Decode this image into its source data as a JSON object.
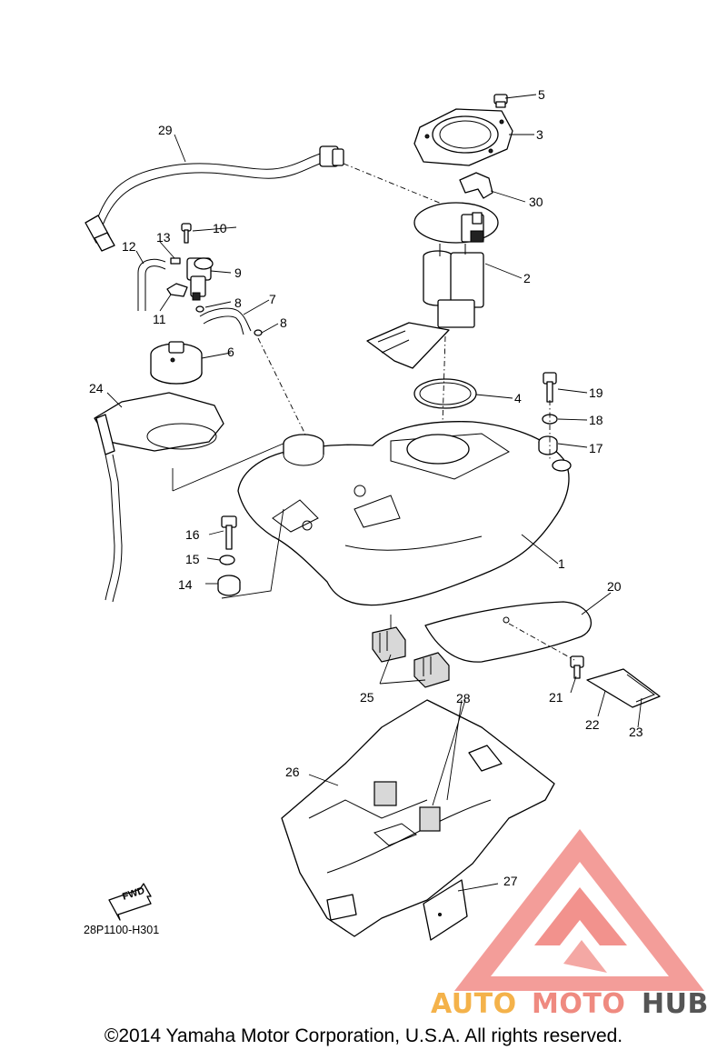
{
  "diagram": {
    "drawing_code": "28P1100-H301",
    "fwd_label": "FWD",
    "copyright": "©2014 Yamaha Motor Corporation, U.S.A. All rights reserved.",
    "callouts": {
      "c1": "1",
      "c2": "2",
      "c3": "3",
      "c4": "4",
      "c5": "5",
      "c6": "6",
      "c7": "7",
      "c8a": "8",
      "c8b": "8",
      "c9": "9",
      "c10": "10",
      "c11": "11",
      "c12": "12",
      "c13": "13",
      "c14": "14",
      "c15": "15",
      "c16": "16",
      "c17": "17",
      "c18": "18",
      "c19": "19",
      "c20": "20",
      "c21": "21",
      "c22": "22",
      "c23": "23",
      "c24": "24",
      "c25": "25",
      "c26": "26",
      "c27": "27",
      "c28": "28",
      "c29": "29",
      "c30": "30"
    }
  },
  "watermark": {
    "text_auto": "AUTO",
    "text_moto": "MOTO",
    "text_hub": "HUB",
    "colors": {
      "auto": "#f4b24a",
      "moto": "#ef8a80",
      "hub": "#555555",
      "logo": "#f07f7a"
    }
  }
}
